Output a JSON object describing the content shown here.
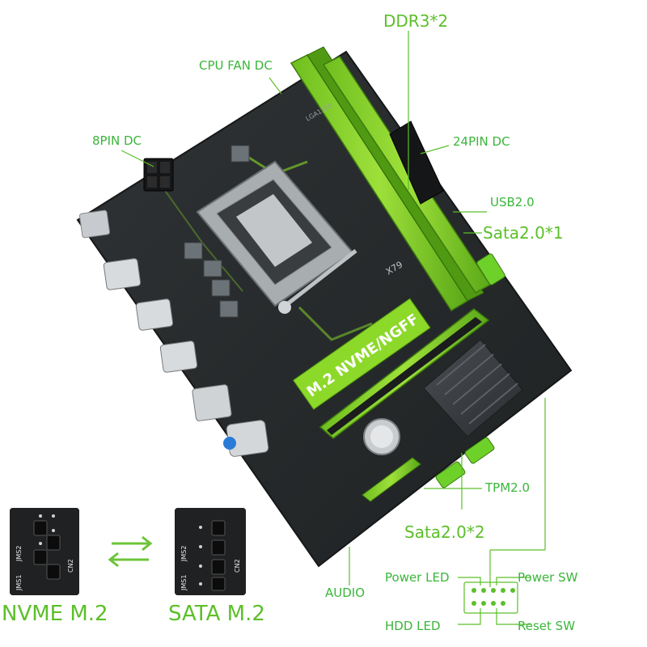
{
  "labels": {
    "ddr3": "DDR3*2",
    "cpu_fan": "CPU FAN DC",
    "pin8": "8PIN DC",
    "pin24": "24PIN DC",
    "usb2": "USB2.0",
    "sata1": "Sata2.0*1",
    "tpm": "TPM2.0",
    "sata2": "Sata2.0*2",
    "audio": "AUDIO",
    "power_led": "Power LED",
    "power_sw": "Power SW",
    "hdd_led": "HDD LED",
    "reset_sw": "Reset SW",
    "nvme": "NVME M.2",
    "sata_m2": "SATA M.2"
  },
  "board_print": {
    "m2_slot": "M.2 NVME/NGFF",
    "model": "X79",
    "socket": "LGA1356"
  },
  "jumper_print": {
    "jms1": "JMS1",
    "jms2": "JMS2",
    "cn2": "CN2"
  },
  "colors": {
    "accent_green": "#8dd32a",
    "label_green": "#5cbf2a",
    "pcb_dark": "#26292a",
    "white": "#ffffff"
  }
}
